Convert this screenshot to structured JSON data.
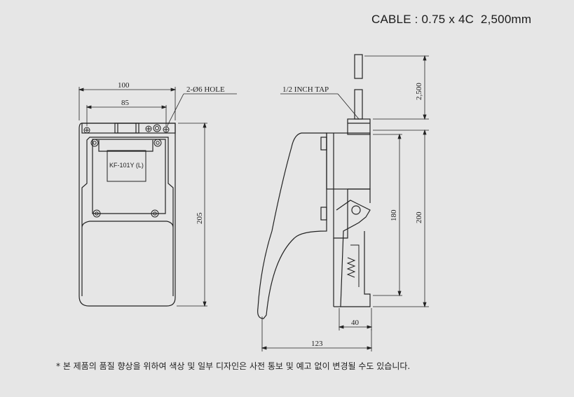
{
  "header": {
    "cable_spec": "CABLE : 0.75 x 4C  2,500mm"
  },
  "front_view": {
    "dim_width": "100",
    "dim_hole_spacing": "85",
    "dim_height": "205",
    "hole_label": "2-Ø6 HOLE",
    "model_label": "KF-101Y (L)"
  },
  "side_view": {
    "tap_label": "1/2 INCH TAP",
    "dim_cable": "2,500",
    "dim_180": "180",
    "dim_200": "200",
    "dim_40": "40",
    "dim_123": "123"
  },
  "footer": {
    "disclaimer": "* 본 제품의 품질 향상을 위하여 색상 및 일부 디자인은 사전 통보 및 예고 없이 변경될 수도 있습니다."
  }
}
